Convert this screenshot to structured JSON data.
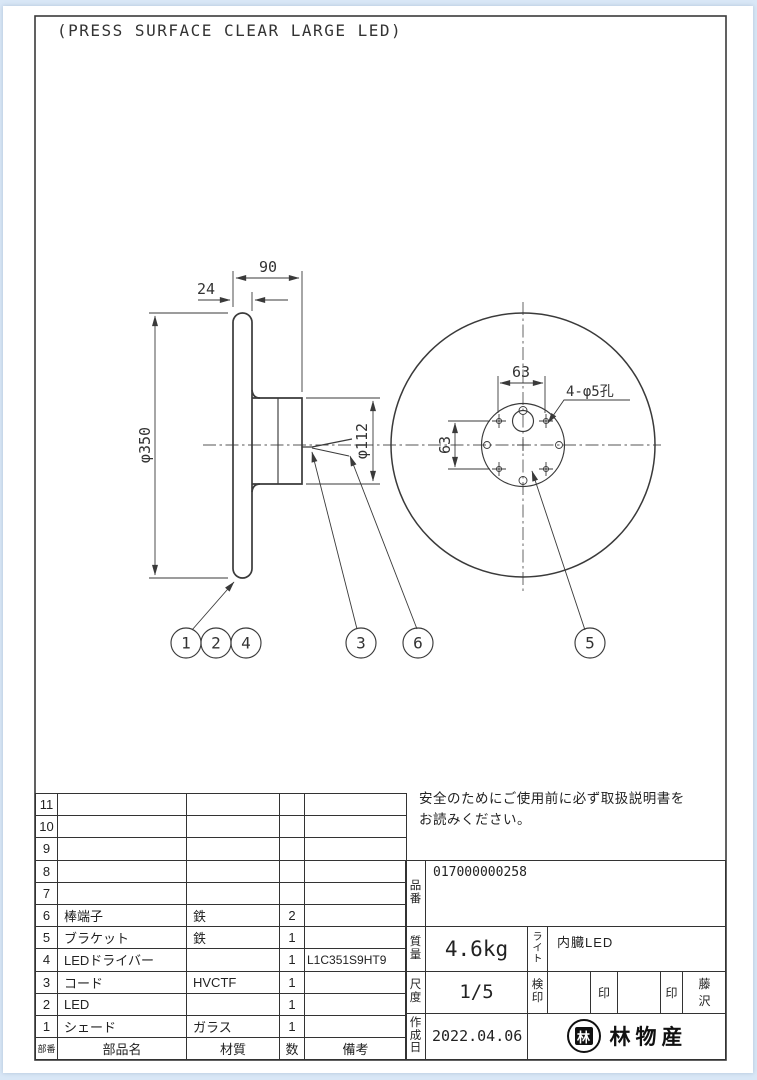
{
  "page": {
    "title": "(PRESS SURFACE CLEAR LARGE LED)"
  },
  "drawing": {
    "side_view": {
      "dim_depth_overall": "90",
      "dim_shade_depth": "24",
      "dim_shade_dia": "φ350",
      "dim_neck_dia": "φ112"
    },
    "front_view": {
      "dim_pitch_h": "63",
      "dim_pitch_v": "63",
      "holes_note": "4-φ5孔"
    },
    "balloons": {
      "b1": "1",
      "b2": "2",
      "b4": "4",
      "b3": "3",
      "b6": "6",
      "b5": "5"
    }
  },
  "parts_table": {
    "headers": {
      "no": "部番",
      "name": "部品名",
      "material": "材質",
      "qty": "数",
      "remarks": "備考"
    },
    "rows": [
      {
        "no": "11",
        "name": "",
        "material": "",
        "qty": "",
        "remarks": ""
      },
      {
        "no": "10",
        "name": "",
        "material": "",
        "qty": "",
        "remarks": ""
      },
      {
        "no": "9",
        "name": "",
        "material": "",
        "qty": "",
        "remarks": ""
      },
      {
        "no": "8",
        "name": "",
        "material": "",
        "qty": "",
        "remarks": ""
      },
      {
        "no": "7",
        "name": "",
        "material": "",
        "qty": "",
        "remarks": ""
      },
      {
        "no": "6",
        "name": "棒端子",
        "material": "鉄",
        "qty": "2",
        "remarks": ""
      },
      {
        "no": "5",
        "name": "ブラケット",
        "material": "鉄",
        "qty": "1",
        "remarks": ""
      },
      {
        "no": "4",
        "name": "LEDドライバー",
        "material": "",
        "qty": "1",
        "remarks": "L1C351S9HT9"
      },
      {
        "no": "3",
        "name": "コード",
        "material": "HVCTF",
        "qty": "1",
        "remarks": ""
      },
      {
        "no": "2",
        "name": "LED",
        "material": "",
        "qty": "1",
        "remarks": ""
      },
      {
        "no": "1",
        "name": "シェード",
        "material": "ガラス",
        "qty": "1",
        "remarks": ""
      }
    ]
  },
  "title_block": {
    "safety_note_line1": "安全のためにご使用前に必ず取扱説明書を",
    "safety_note_line2": "お読みください。",
    "part_no_label": "品番",
    "part_no": "017000000258",
    "mass_label": "質量",
    "mass": "4.6kg",
    "light_label": "ライト",
    "light_type": "内臓LED",
    "scale_label": "尺度",
    "scale": "1/5",
    "inspection_label": "検印",
    "stamp1": "印",
    "stamp2": "印",
    "approver": "藤沢",
    "date_label": "作成日",
    "date": "2022.04.06",
    "company_name": "林物産",
    "logo_char": "林"
  }
}
